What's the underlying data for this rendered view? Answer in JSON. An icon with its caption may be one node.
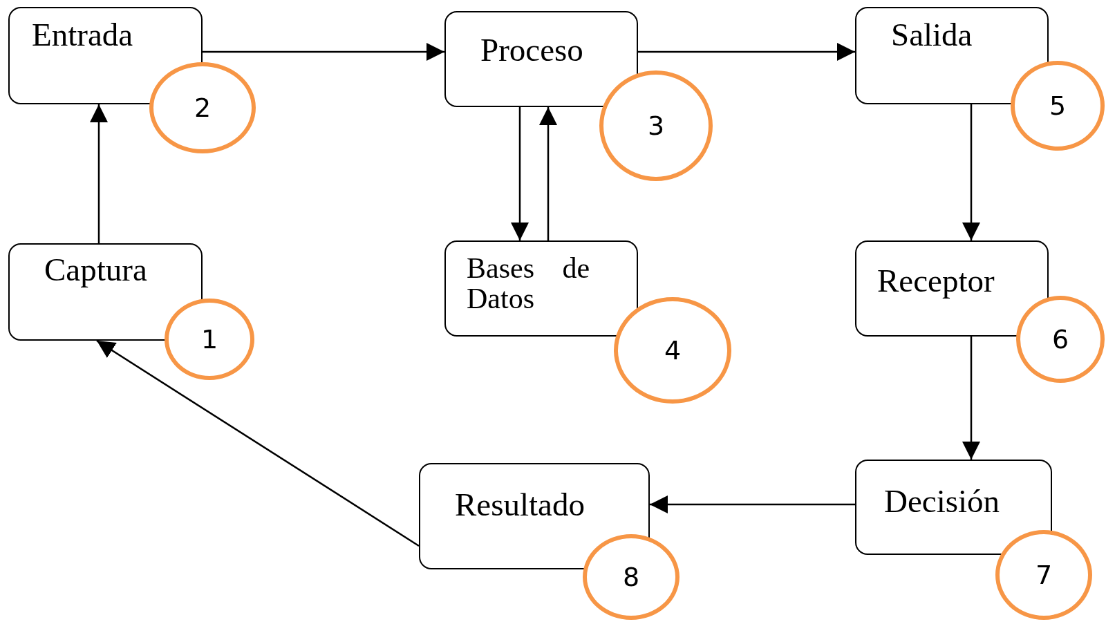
{
  "diagram": {
    "nodes": [
      {
        "text": [
          "Entrada"
        ]
      },
      {
        "text": [
          "2"
        ]
      },
      {
        "text": [
          "Proceso"
        ]
      },
      {
        "text": [
          "3"
        ]
      },
      {
        "text": [
          "Salida"
        ]
      },
      {
        "text": [
          "5"
        ]
      },
      {
        "text": [
          "Captura"
        ]
      },
      {
        "text": [
          "1"
        ]
      },
      {
        "text": [
          "Bases de Datos"
        ]
      },
      {
        "text": [
          "4"
        ]
      },
      {
        "text": [
          "Receptor"
        ]
      },
      {
        "text": [
          "6"
        ]
      },
      {
        "text": [
          "Resultado"
        ]
      },
      {
        "text": [
          "8"
        ]
      },
      {
        "text": [
          "Decisión"
        ]
      },
      {
        "text": [
          "7"
        ]
      }
    ],
    "edges": [
      {
        "from": 6,
        "to": 0,
        "arrow": "to"
      },
      {
        "from": 0,
        "to": 2,
        "arrow": "to"
      },
      {
        "from": 2,
        "to": 4,
        "arrow": "to"
      },
      {
        "from": 2,
        "to": 8,
        "arrow": "to"
      },
      {
        "from": 8,
        "to": 2,
        "arrow": "to"
      },
      {
        "from": 4,
        "to": 10,
        "arrow": "to"
      },
      {
        "from": 10,
        "to": 14,
        "arrow": "to"
      },
      {
        "from": 14,
        "to": 12,
        "arrow": "to"
      },
      {
        "from": 12,
        "to": 6,
        "arrow": "to"
      }
    ]
  }
}
